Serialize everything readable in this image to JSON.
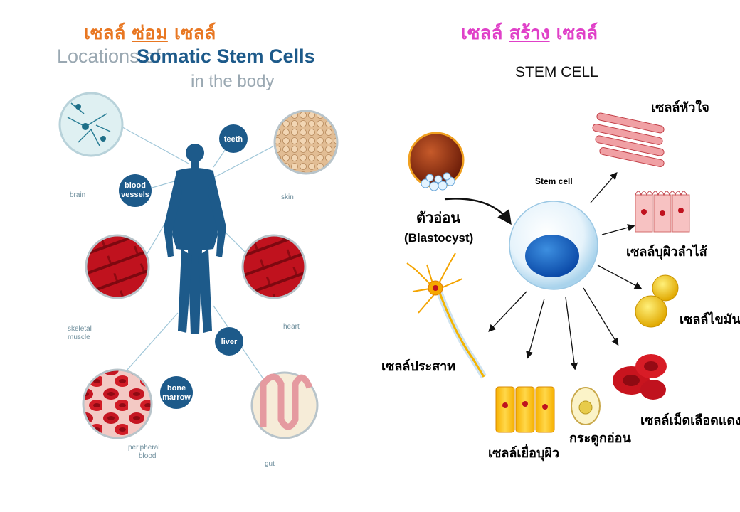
{
  "left_panel": {
    "heading": {
      "part1": "เซลล์",
      "part2": "ซ่อม",
      "part3": "เซลล์"
    },
    "title_prefix": "Locations of",
    "title_main": "Somatic Stem Cells",
    "title_sub": "in the body",
    "bubble_labels": {
      "teeth": "teeth",
      "blood_vessels_1": "blood",
      "blood_vessels_2": "vessels",
      "liver": "liver",
      "bone_marrow_1": "bone",
      "bone_marrow_2": "marrow"
    },
    "tissue_labels": {
      "brain": "brain",
      "skin": "skin",
      "skeletal_1": "skeletal",
      "skeletal_2": "muscle",
      "heart": "heart",
      "peripheral_1": "peripheral",
      "peripheral_2": "blood",
      "gut": "gut"
    }
  },
  "right_panel": {
    "heading": {
      "part1": "เซลล์",
      "part2": "สร้าง",
      "part3": "เซลล์"
    },
    "title": "STEM CELL",
    "stem_cell_label": "Stem cell",
    "blastocyst_1": "ตัวอ่อน",
    "blastocyst_2": "(Blastocyst)",
    "heart_cell": "เซลล์หัวใจ",
    "intestinal_cell": "เซลล์บุผิวลำไส้",
    "fat_cell": "เซลล์ไขมัน",
    "red_blood_cell": "เซลล์เม็ดเลือดแดง",
    "cartilage": "กระดูกอ่อน",
    "epithelial_cell": "เซลล์เยื่อบุผิว",
    "nerve_cell": "เซลล์ประสาท"
  },
  "colors": {
    "left_heading": "#e87722",
    "right_heading": "#e040c8",
    "body_blue": "#1d5a8a",
    "muscle_red": "#c0121e"
  }
}
